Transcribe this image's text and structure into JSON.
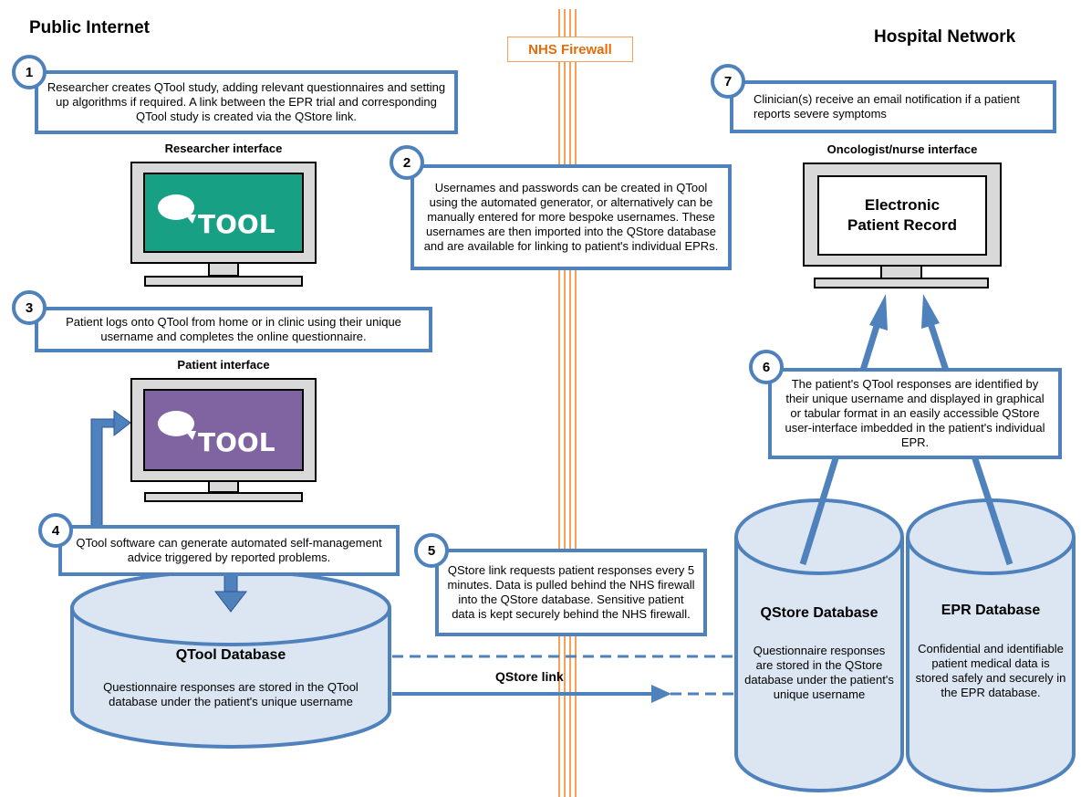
{
  "regions": {
    "left_title": "Public Internet",
    "right_title": "Hospital Network",
    "firewall_label": "NHS Firewall"
  },
  "captions": {
    "researcher": "Researcher  interface",
    "patient": "Patient interface",
    "oncologist": "Oncologist/nurse interface"
  },
  "logos": {
    "researcher_logo": "TOOL",
    "patient_logo": "TOOL"
  },
  "epr_screen": {
    "text": "Electronic Patient Record"
  },
  "steps": [
    {
      "num": "1",
      "text": "Researcher creates QTool study, adding relevant questionnaires and setting up algorithms if required. A link between the EPR trial and corresponding QTool study is created via the QStore link."
    },
    {
      "num": "2",
      "text": "Usernames and passwords can be created in QTool using the automated generator, or alternatively can be manually entered for more bespoke usernames. These usernames are then imported into the QStore database and are available for linking to patient's individual EPRs."
    },
    {
      "num": "3",
      "text": "Patient logs onto QTool from home or in clinic using their unique username and completes the online questionnaire."
    },
    {
      "num": "4",
      "text": "QTool software can generate automated self-management advice triggered by reported problems."
    },
    {
      "num": "5",
      "text": "QStore link requests patient responses every 5 minutes. Data is pulled behind the NHS firewall into the QStore database. Sensitive patient data is kept securely behind the NHS firewall."
    },
    {
      "num": "6",
      "text": "The patient's QTool responses are identified by their unique username and displayed in graphical or tabular format in an easily accessible QStore user-interface imbedded in the patient's individual EPR."
    },
    {
      "num": "7",
      "text": "Clinician(s) receive an email notification if a patient reports severe symptoms"
    }
  ],
  "databases": {
    "qtool": {
      "title": "QTool Database",
      "text": "Questionnaire responses are stored in the QTool database under the patient's unique username"
    },
    "qstore": {
      "title": "QStore Database",
      "text": "Questionnaire responses are stored in the QStore database under the patient's unique username"
    },
    "epr": {
      "title": "EPR Database",
      "text": "Confidential and identifiable patient medical data is stored safely and securely in the EPR database."
    }
  },
  "link_label": "QStore link",
  "colors": {
    "accent_blue": "#4f81bd",
    "db_fill": "#dce6f2",
    "firewall": "#f4a15a",
    "researcher_screen": "#17a083",
    "patient_screen": "#8064a2"
  }
}
